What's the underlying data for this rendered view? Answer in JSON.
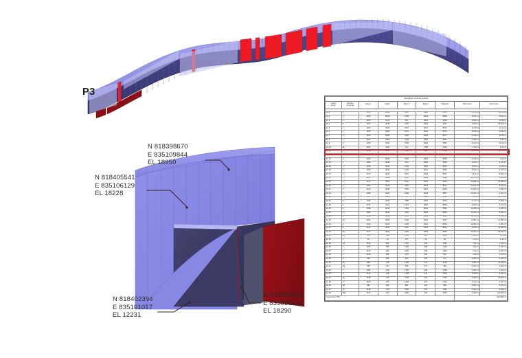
{
  "labels": {
    "pier": "P3"
  },
  "annotations": [
    {
      "id": "annot-top-right",
      "north": "N 818398670",
      "east": "E 835109844",
      "elevation": "EL 18950"
    },
    {
      "id": "annot-mid-left",
      "north": "N 818405541",
      "east": "E 835106129",
      "elevation": "EL 18228"
    },
    {
      "id": "annot-bottom-left",
      "north": "N 818402394",
      "east": "E 835101017",
      "elevation": "EL 12231"
    },
    {
      "id": "annot-bottom-right",
      "north": "N 818398353",
      "east": "E 835096414",
      "elevation": "EL 18290"
    }
  ],
  "colors": {
    "panel_light": "#9a9aea",
    "panel_mid": "#6b6bc4",
    "panel_dark": "#3d3d7a",
    "panel_red": "#ee1b24",
    "panel_darkred": "#8b1117",
    "highlight": "#c1272d",
    "leader_line": "#3b2020"
  },
  "schedule": {
    "title": "Schedule of panel groups",
    "columns": [
      "Group\nName",
      "Number\nof panels",
      "Edge 1",
      "Edge 2",
      "Edge 3",
      "Edge 4",
      "Diagonal",
      "Panel area",
      "Group Area"
    ],
    "highlighted_row_index": 10,
    "rows": [
      [
        "AL 1",
        "3",
        "1452",
        "8448",
        "1530",
        "8448",
        "8580",
        "12.11 m²",
        "36.33 m²"
      ],
      [
        "AL 2",
        "1",
        "1452",
        "8448",
        "1528",
        "8443",
        "8552",
        "13.61 m²",
        "13.61 m²"
      ],
      [
        "AL 3",
        "4",
        "3184",
        "2013",
        "331",
        "2013",
        "3518",
        "3.394 m²",
        "13.58 m²"
      ],
      [
        "AL 4",
        "2",
        "1450",
        "8448",
        "1520",
        "8440",
        "8511",
        "13.80 m²",
        "18.226 m²"
      ],
      [
        "AL 5",
        "7",
        "1452",
        "8445",
        "1537",
        "8441",
        "8573",
        "11.78 m²",
        "12.42 m²"
      ],
      [
        "AL 6",
        "1",
        "1455",
        "8444",
        "1471",
        "8441",
        "8573",
        "13.80 m²",
        "13.84 m²"
      ],
      [
        "AL 7",
        "3",
        "1453",
        "8444",
        "1453",
        "8443",
        "8577",
        "13.28 m²",
        "40.78 m²"
      ],
      [
        "AL 8",
        "2",
        "1453",
        "3944",
        "1423",
        "3944",
        "3555",
        "3.435 m²",
        "6.85 m²"
      ],
      [
        "AL 9",
        "3",
        "1453",
        "5444",
        "1546",
        "5444",
        "5591",
        "13.22 m²",
        "46.22 m²"
      ],
      [
        "AL 10",
        "11",
        "1451",
        "4461",
        "111",
        "4458",
        "4516",
        "1.115 m²",
        "8.43 m²"
      ],
      [
        "AL 11",
        "3",
        "1450",
        "8445",
        "1538",
        "8443",
        "8534",
        "12.18 m²",
        "36.53 m²"
      ],
      [
        "AL 12",
        "4",
        "1453",
        "3443",
        "1230",
        "3482",
        "3532",
        "2.313 m²",
        "9.23 m²"
      ],
      [
        "AL 13",
        "3",
        "1452",
        "8443",
        "1536",
        "8445",
        "8550",
        "13.46 m²",
        "9.23 m²"
      ],
      [
        "AL 14",
        "2",
        "1382",
        "8445",
        "1537",
        "8441",
        "8563",
        "13.53 m²",
        "3.714 m²"
      ],
      [
        "AL 15",
        "1",
        "1334",
        "8445",
        "1534",
        "8443",
        "8551",
        "13.53 m²",
        "13.49 m²"
      ],
      [
        "AL 16",
        "4",
        "1333",
        "8442",
        "1439",
        "8441",
        "8455",
        "13.52 m²",
        "8.074 m²"
      ],
      [
        "AL 17",
        "3",
        "1313",
        "8443",
        "1574",
        "8443",
        "8547",
        "13.11 m²",
        "8.682 m²"
      ],
      [
        "AL 18",
        "1",
        "1457",
        "8443",
        "1387",
        "8441",
        "8534",
        "13.750 m²",
        "13.80 m²"
      ],
      [
        "AL 19",
        "1",
        "1417",
        "8444",
        "1381",
        "8441",
        "8533",
        "13.289 m²",
        "13.289 m²"
      ],
      [
        "AL 20",
        "1",
        "1452",
        "8445",
        "1351",
        "8449",
        "8511",
        "12.142 m²",
        "2.152 m²"
      ],
      [
        "AL 21",
        "1",
        "1424",
        "8445",
        "1387",
        "8447",
        "8522",
        "11.384 m²",
        "1.384 m²"
      ],
      [
        "AL 22",
        "1",
        "1398",
        "8444",
        "1299",
        "8444",
        "8507",
        "11.421 m²",
        "1.421 m²"
      ],
      [
        "AL 23",
        "1",
        "275",
        "8388",
        "717",
        "8399",
        "8530",
        "2.84 m²",
        "13.074 m²"
      ],
      [
        "AL 24",
        "5",
        "1394",
        "8443",
        "1388",
        "8443",
        "8633",
        "11.72 m²",
        "5.860 m²"
      ],
      [
        "AL 25",
        "3",
        "1374",
        "3444",
        "1374",
        "8443",
        "8524",
        "13.53 m²",
        "5.113 m²"
      ],
      [
        "AL 26",
        "3",
        "1338",
        "8443",
        "1331",
        "8441",
        "8531",
        "11.348 m²",
        "5.386 m²"
      ],
      [
        "AL 27",
        "3",
        "1382",
        "8442",
        "1345",
        "8443",
        "8528",
        "11.344 m²",
        "5.483 m²"
      ],
      [
        "AL 28",
        "2",
        "1336",
        "3442",
        "1357",
        "3442",
        "3546",
        "11.14 m²",
        "5.542 m²"
      ],
      [
        "AL 29",
        "10",
        "1401",
        "8445",
        "1332",
        "8442",
        "3517",
        "11.951 m²",
        "12.552 m²"
      ],
      [
        "AL 30",
        "1",
        "1411",
        "8443",
        "1433",
        "3441",
        "8519",
        "11.952 m²",
        "1.952 m²"
      ],
      [
        "AL 31",
        "5",
        "1427",
        "8444",
        "1447",
        "8444",
        "8564",
        "13.53 m²",
        "17.482 m²"
      ],
      [
        "AL 32",
        "24",
        "1441",
        "8444",
        "1453",
        "8444",
        "8530",
        "13.234 m²",
        "56.014 m²"
      ],
      [
        "AL 33",
        "40",
        "355",
        "430",
        "1345",
        "418",
        "1455",
        "1.404 m²",
        "8.75 m²"
      ],
      [
        "AL 34",
        "5",
        "87",
        "84",
        "375",
        "94",
        "96",
        "1.24 m²",
        "1.44 m²"
      ],
      [
        "AL 35",
        "13",
        "1533",
        "834",
        "1374",
        "233",
        "1531",
        "1.91 m²",
        "1.532 m²"
      ],
      [
        "AL 36",
        "1",
        "1351",
        "835",
        "1395",
        "338",
        "1433",
        "1.91 m²",
        "1.491 m²"
      ],
      [
        "AL 37",
        "2",
        "1432",
        "833",
        "1433",
        "235",
        "1453",
        "2.02 m²",
        "2.303 m²"
      ],
      [
        "AL 38",
        "1",
        "1449",
        "830",
        "1447",
        "233",
        "1527",
        "2.43 m²",
        "2.723 m²"
      ],
      [
        "AL 39",
        "4",
        "334",
        "831",
        "393",
        "333",
        "373",
        "3.344 m²",
        "1.444 m²"
      ],
      [
        "AL 40",
        "15",
        "1387",
        "278",
        "1334",
        "273",
        "1175",
        "3.383 m²",
        "11.933 m²"
      ],
      [
        "AL 41",
        "24",
        "380",
        "271",
        "338",
        "271",
        "381",
        "3.014 m²",
        "1.403 m²"
      ],
      [
        "AL 42",
        "7",
        "1381",
        "275",
        "1335",
        "238",
        "1338",
        "3.284 m²",
        "1.232 m²"
      ],
      [
        "AL 43",
        "1",
        "1374",
        "278",
        "1478",
        "278",
        "1425",
        "3.448 m²",
        "3.403 m²"
      ],
      [
        "AL 44",
        "32",
        "1408",
        "235",
        "1403",
        "235",
        "1432",
        "3.448 m²",
        "13.524 m²"
      ],
      [
        "AL 45",
        "3",
        "1403",
        "275",
        "1403",
        "275",
        "1433",
        "3.414 m²",
        "1.227 m²"
      ],
      [
        "AL 46",
        "38",
        "281",
        "231",
        "281",
        "231",
        "383",
        "3.083 m²",
        "2.374 m²"
      ],
      [
        "AL 47",
        "15",
        "1446",
        "275",
        "1453",
        "275",
        "1491",
        "3.423 m²",
        "6.228 m²"
      ],
      [
        "AL 48",
        "150",
        "1414",
        "233",
        "1483",
        "233",
        "1533",
        "1.280 m²",
        "124.682 m²"
      ]
    ],
    "total": {
      "label": "Grand total: 750",
      "value": "923.998 m²"
    }
  }
}
